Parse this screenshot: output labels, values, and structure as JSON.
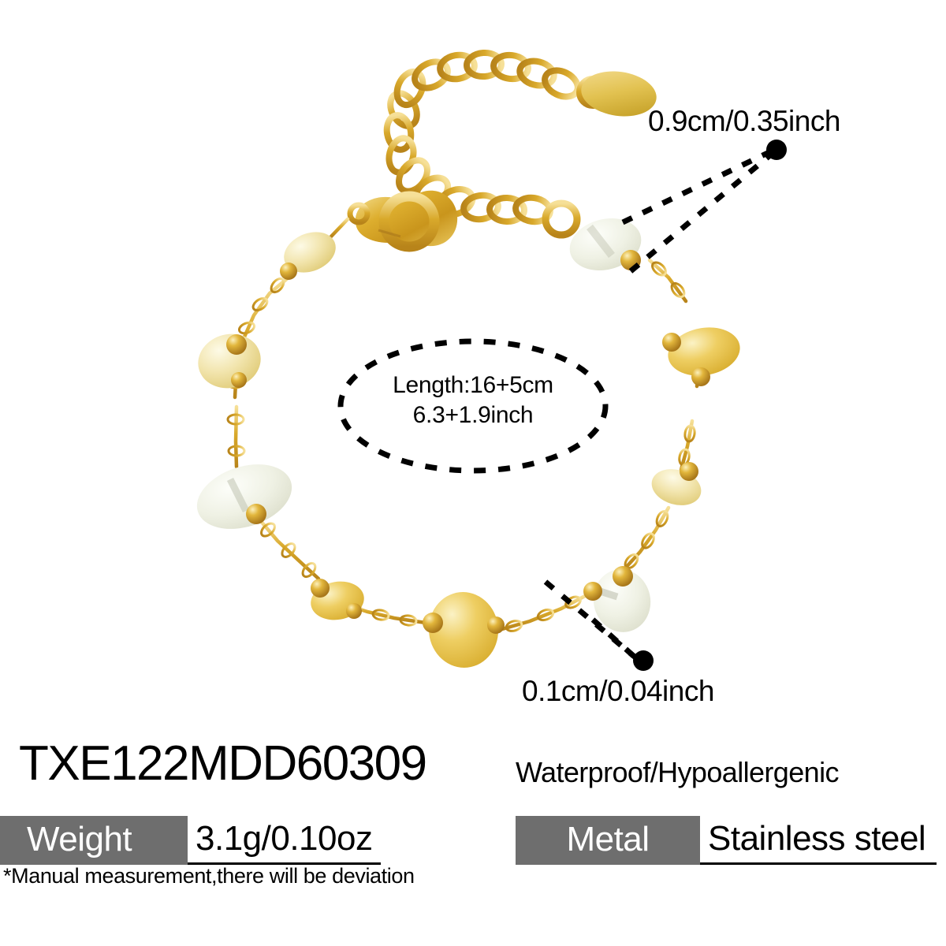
{
  "product": {
    "sku": "TXE122MDD60309",
    "type": "beaded-chain-bracelet"
  },
  "annotations": {
    "bead_size": "0.9cm/0.35inch",
    "chain_width": "0.1cm/0.04inch",
    "length_line1": "Length:16+5cm",
    "length_line2": "6.3+1.9inch"
  },
  "info": {
    "waterproof": "Waterproof/Hypoallergenic",
    "weight_label": "Weight",
    "weight_value": "3.1g/0.10oz",
    "metal_label": "Metal",
    "metal_value": "Stainless steel",
    "disclaimer": "*Manual measurement,there will be deviation"
  },
  "colors": {
    "gold": "#D4A528",
    "gold_light": "#F2DA8C",
    "gold_dark": "#A8771A",
    "citrine": "#E8C24A",
    "citrine_light": "#F7E9A8",
    "quartz": "#E9EADF",
    "quartz_light": "#F8F8F2",
    "tag_gray": "#6E6E6E",
    "ink": "#000000",
    "background": "#FFFFFF"
  }
}
